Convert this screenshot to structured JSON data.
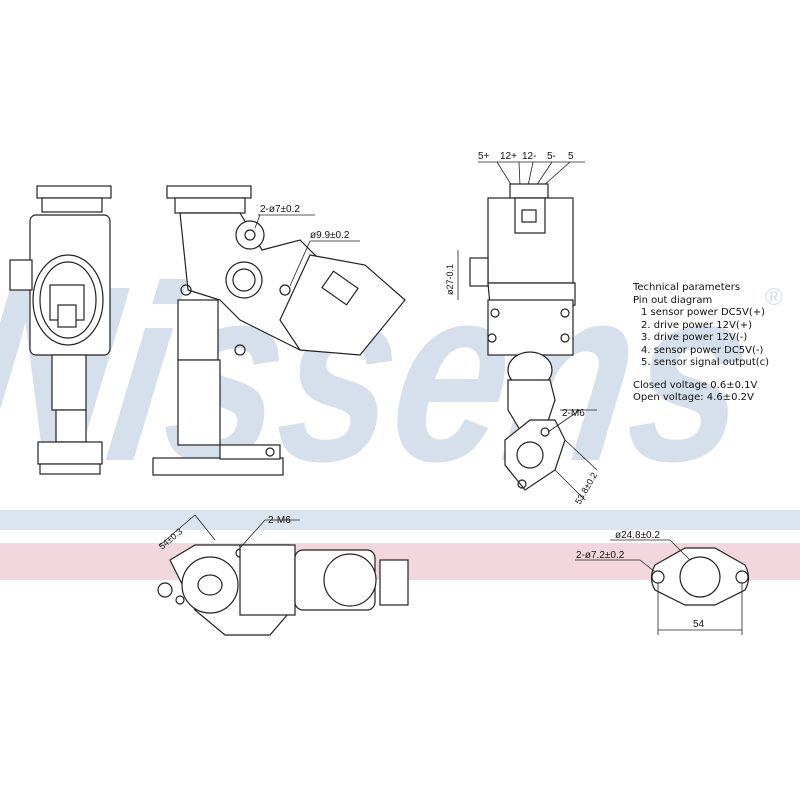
{
  "watermark": {
    "text": "Nissens",
    "registered": "®",
    "color": "#c8d6e6"
  },
  "bands": {
    "blue": "#dbe5ef",
    "pink": "#f2d7de"
  },
  "dimensions": {
    "side_holes": "2-ø7±0.2",
    "bore": "ø9.9±0.2",
    "connector_dia": "ø27-0.1",
    "mount_threads_right": "2-M6",
    "flange_distance": "53.8±0.2",
    "bottom_distance": "54±0.3",
    "bottom_threads": "2-M6",
    "gasket_bore": "ø24.8±0.2",
    "gasket_holes": "2-ø7.2±0.2",
    "gasket_pitch": "54"
  },
  "pin_labels": [
    "5+",
    "12+",
    "12-",
    "5-",
    "5"
  ],
  "technical": {
    "title": "Technical parameters",
    "subtitle": "Pin out diagram",
    "pins": [
      "1   sensor power DC5V(+)",
      "2.  drive power 12V(+)",
      "3.  drive power 12V(-)",
      "4.  sensor power DC5V(-)",
      "5.  sensor signal output(c)"
    ],
    "closed_voltage": "Closed voltage  0.6±0.1V",
    "open_voltage": "Open voltage: 4.6±0.2V"
  }
}
